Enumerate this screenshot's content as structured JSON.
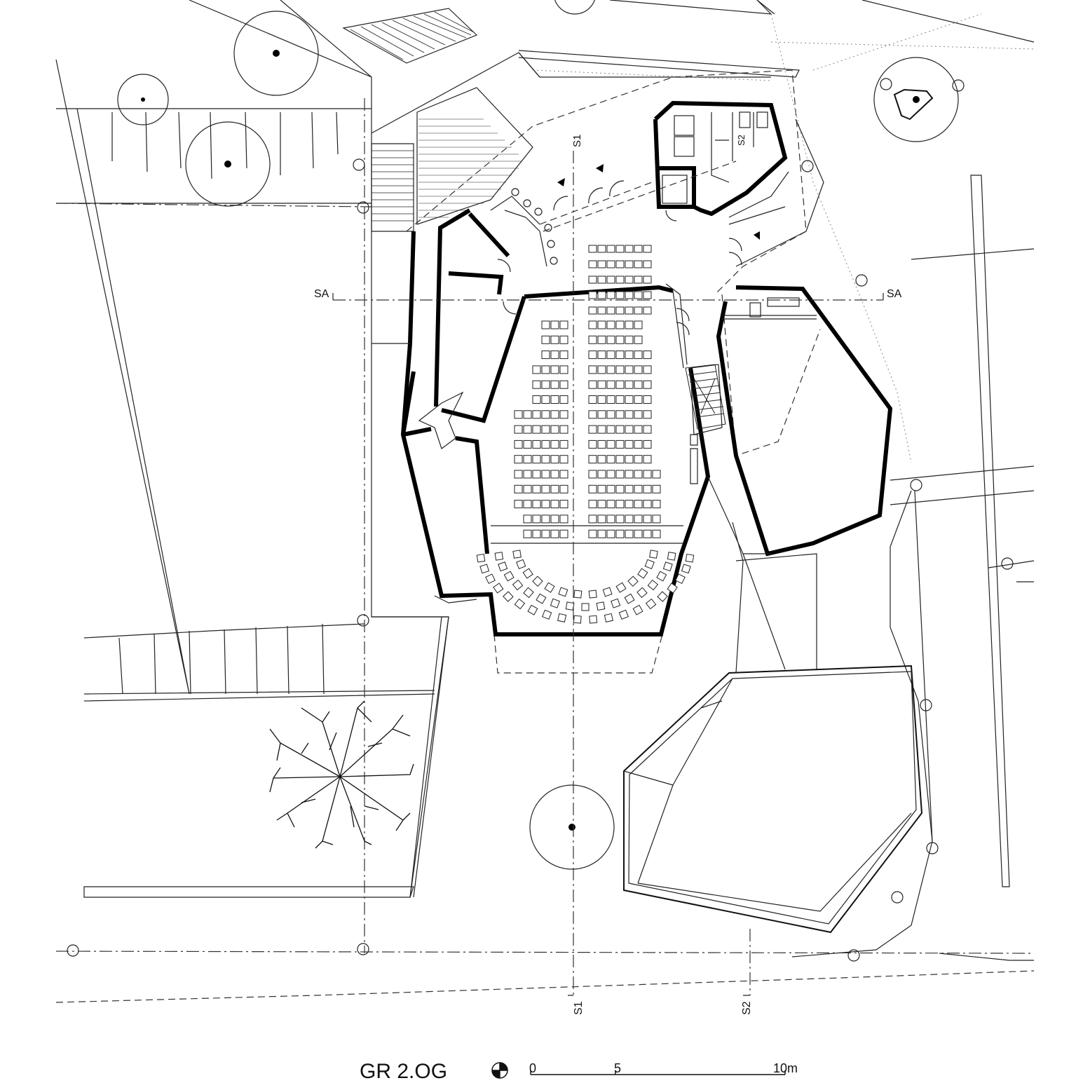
{
  "drawing": {
    "title": "GR 2.OG",
    "section_marks": {
      "sa_left": "SA",
      "sa_right": "SA",
      "s1_top": "S1",
      "s1_bottom": "S1",
      "s2_top": "S2",
      "s2_bottom": "S2"
    },
    "scale_bar": {
      "tick_0": "0",
      "tick_5": "5",
      "tick_10": "10m"
    },
    "north_symbol": "north-arrow-icon"
  },
  "colors": {
    "background": "#ffffff",
    "line": "#111111",
    "wall": "#000000"
  }
}
